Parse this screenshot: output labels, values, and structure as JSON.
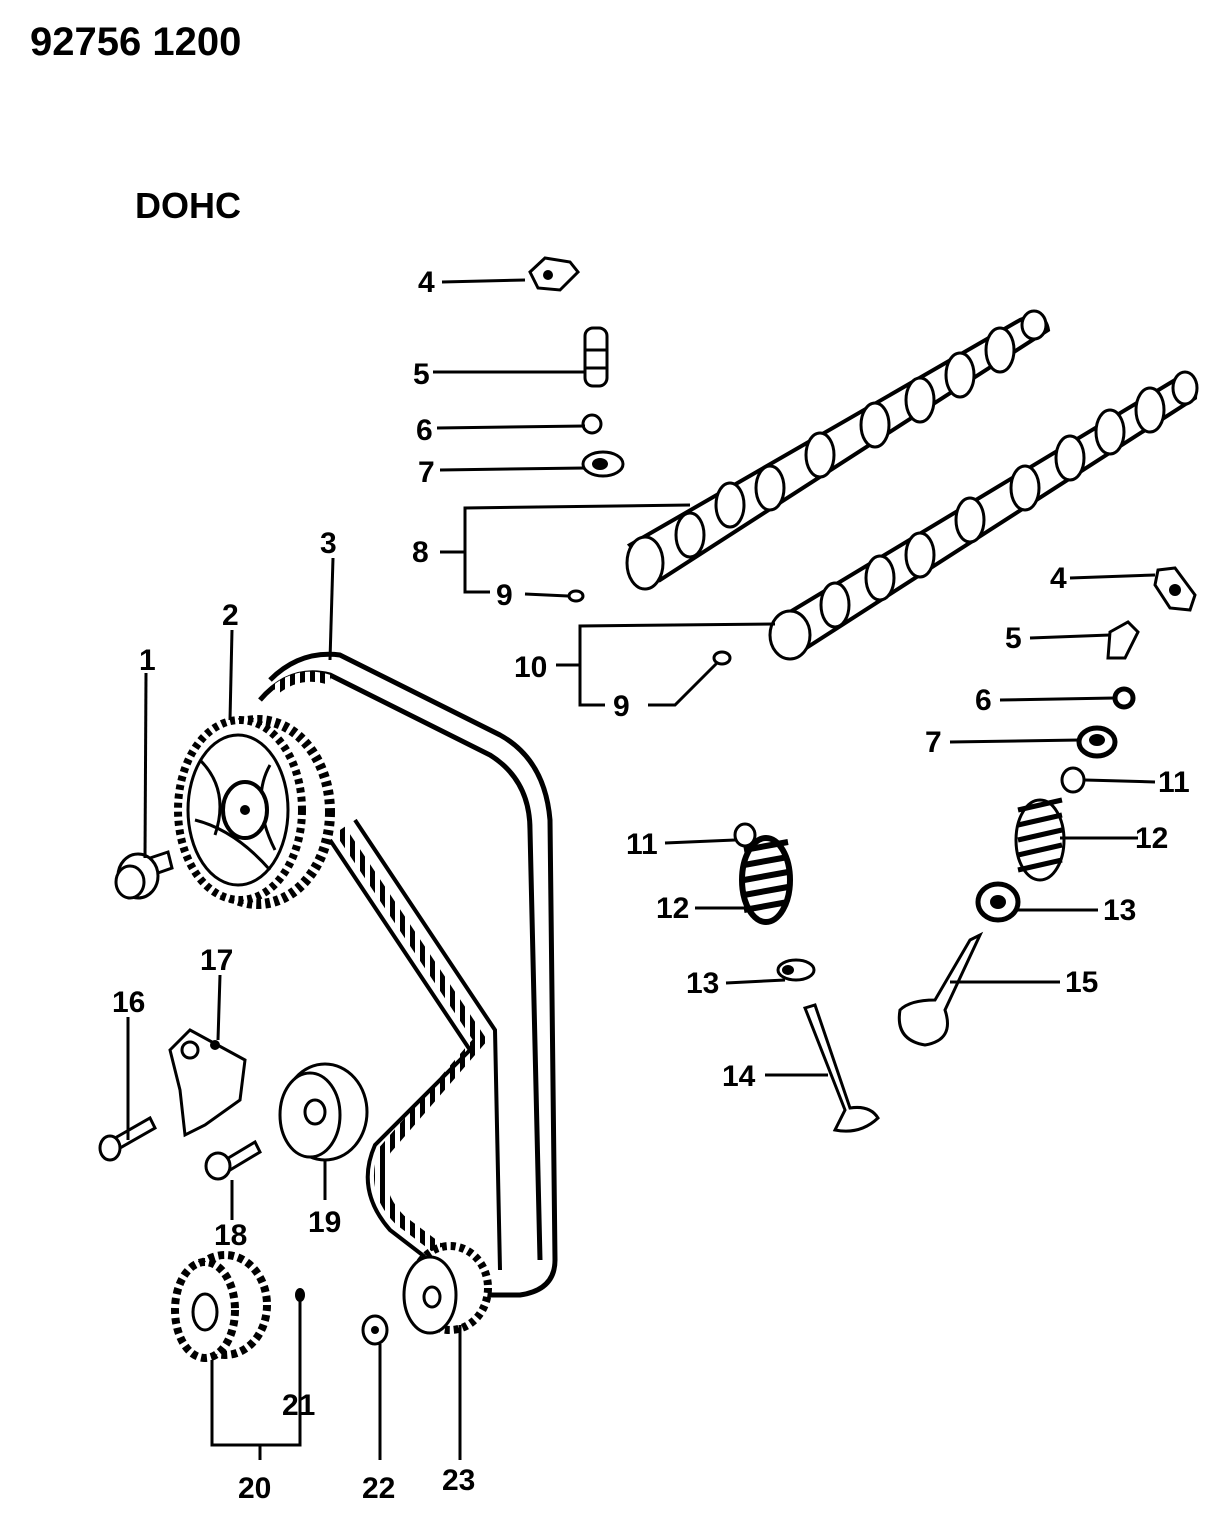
{
  "doc_number": "92756 1200",
  "engine_type": "DOHC",
  "callouts": {
    "c1": "1",
    "c2": "2",
    "c3": "3",
    "c4a": "4",
    "c4b": "4",
    "c5a": "5",
    "c5b": "5",
    "c6a": "6",
    "c6b": "6",
    "c7a": "7",
    "c7b": "7",
    "c8": "8",
    "c9a": "9",
    "c9b": "9",
    "c10": "10",
    "c11a": "11",
    "c11b": "11",
    "c12a": "12",
    "c12b": "12",
    "c13a": "13",
    "c13b": "13",
    "c14": "14",
    "c15": "15",
    "c16": "16",
    "c17": "17",
    "c18": "18",
    "c19": "19",
    "c20": "20",
    "c21": "21",
    "c22": "22",
    "c23": "23"
  }
}
